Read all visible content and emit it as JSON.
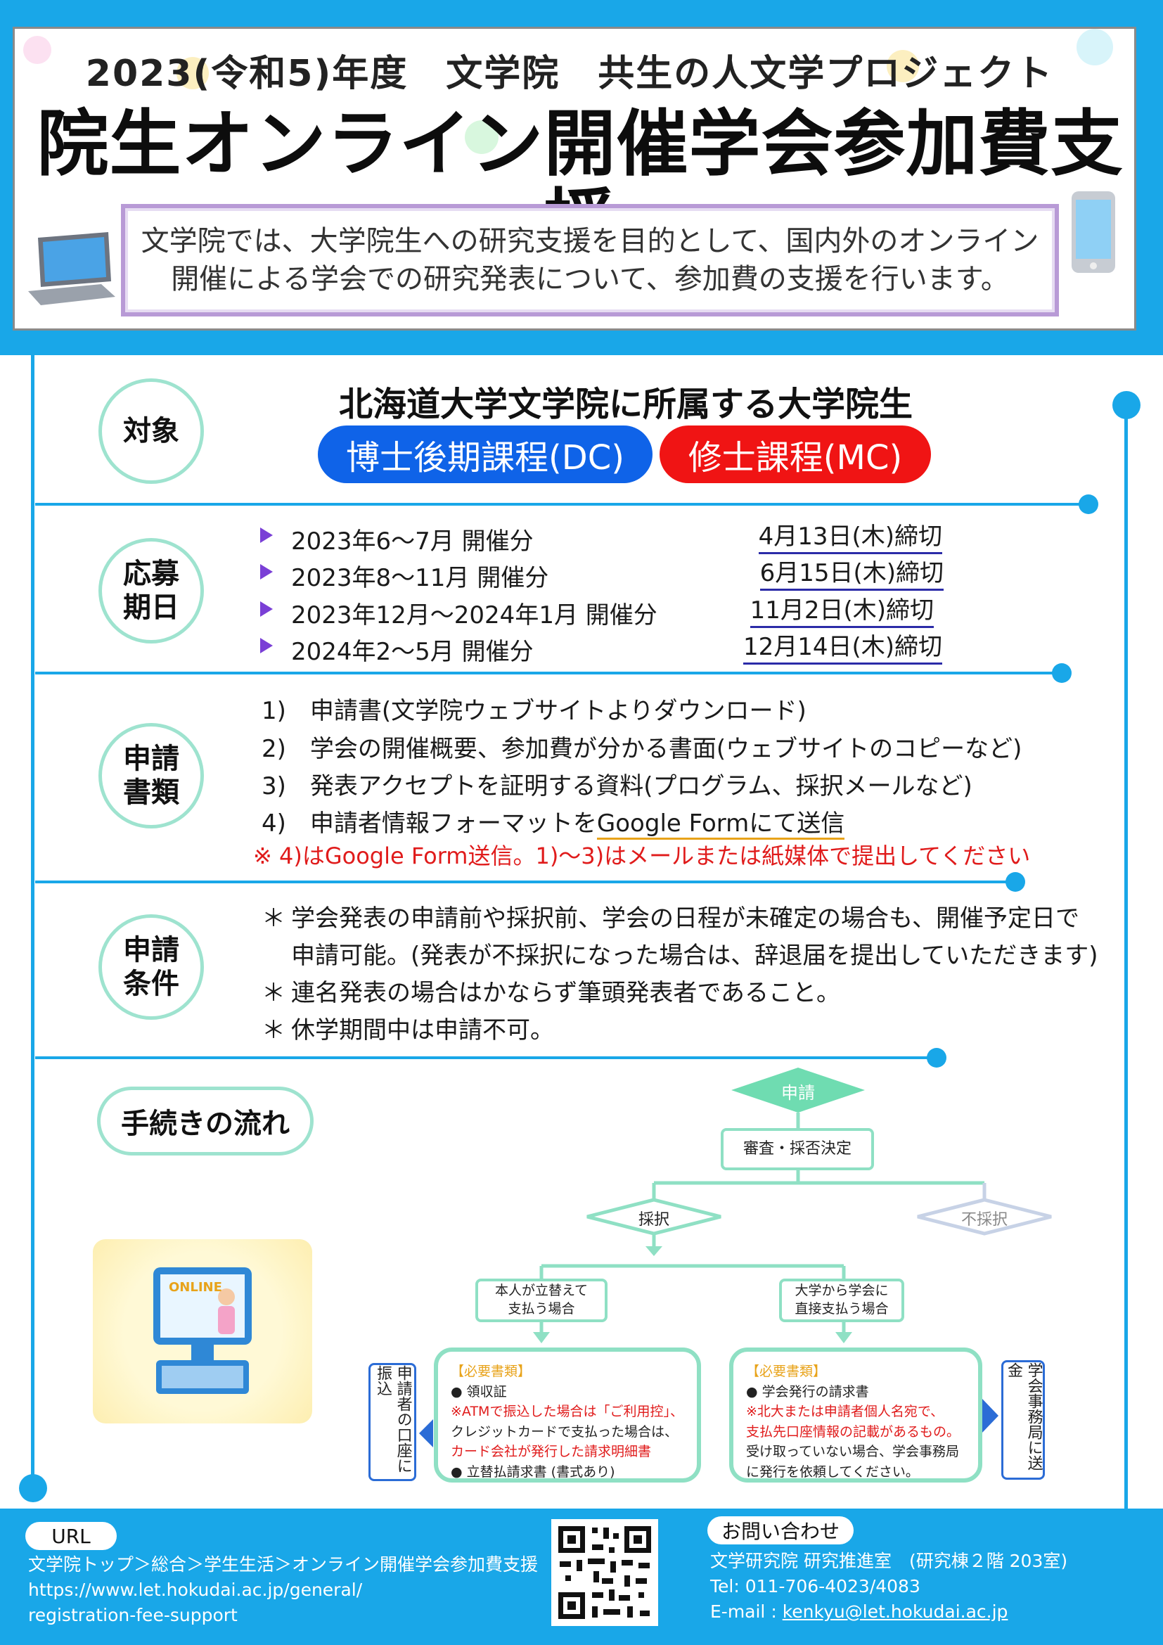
{
  "header": {
    "subtitle": "2023(令和5)年度　文学院　共生の人文学プロジェクト",
    "title": "院生オンライン開催学会参加費支援",
    "intro_line1": "文学院では、大学院生への研究支援を目的として、国内外のオンライン",
    "intro_line2": "開催による学会での研究発表について、参加費の支援を行います。"
  },
  "sections": {
    "target": {
      "label": "対象",
      "heading": "北海道大学文学院に所属する大学院生",
      "dc": "博士後期課程(DC)",
      "mc": "修士課程(MC)"
    },
    "deadline": {
      "label_line1": "応募",
      "label_line2": "期日",
      "rows": [
        {
          "period": "2023年6～7月 開催分",
          "deadline": "4月13日(木)締切"
        },
        {
          "period": "2023年8～11月 開催分",
          "deadline": "6月15日(木)締切"
        },
        {
          "period": "2023年12月～2024年1月 開催分",
          "deadline": "11月2日(木)締切"
        },
        {
          "period": "2024年2～5月 開催分",
          "deadline": "12月14日(木)締切"
        }
      ]
    },
    "documents": {
      "label_line1": "申請",
      "label_line2": "書類",
      "item1": "1)　申請書(文学院ウェブサイトよりダウンロード)",
      "item2": "2)　学会の開催概要、参加費が分かる書面(ウェブサイトのコピーなど)",
      "item3": "3)　発表アクセプトを証明する資料(プログラム、採択メールなど)",
      "item4_pre": "4)　申請者情報フォーマットを",
      "item4_link": "Google Formにて送信",
      "note": "※ 4)はGoogle Form送信。1)～3)はメールまたは紙媒体で提出してください"
    },
    "conditions": {
      "label_line1": "申請",
      "label_line2": "条件",
      "ast": "＊",
      "line1": "学会発表の申請前や採択前、学会の日程が未確定の場合も、開催予定日で",
      "line1b": "申請可能。(発表が不採択になった場合は、辞退届を提出していただきます)",
      "line2": "連名発表の場合はかならず筆頭発表者であること。",
      "line3": "休学期間中は申請不可。"
    }
  },
  "flow": {
    "label": "手続きの流れ",
    "online_badge": "ONLINE",
    "apply": "申請",
    "review": "審査・採否決定",
    "accepted": "採択",
    "rejected": "不採択",
    "self_pay_line1": "本人が立替えて",
    "self_pay_line2": "支払う場合",
    "direct_pay_line1": "大学から学会に",
    "direct_pay_line2": "直接支払う場合",
    "left_box": {
      "title": "【必要書類】",
      "item1": "● 領収証",
      "note1": "※ATMで振込した場合は「ご利用控」、",
      "note2": "クレジットカードで支払った場合は、",
      "note3": "カード会社が発行した請求明細書",
      "item2": "● 立替払請求書 (書式あり)"
    },
    "right_box": {
      "title": "【必要書類】",
      "item1": "● 学会発行の請求書",
      "note1": "※北大または申請者個人名宛で、",
      "note2": "支払先口座情報の記載があるもの。",
      "note3": "受け取っていない場合、学会事務局",
      "note4": "に発行を依頼してください。"
    },
    "left_side": "申請者の口座に振込",
    "right_side": "学会事務局に送金"
  },
  "footer": {
    "url_tag": "URL",
    "url_path": "文学院トップ＞総合＞学生生活＞オンライン開催学会参加費支援",
    "url_line1": "https://www.let.hokudai.ac.jp/general/",
    "url_line2": "registration-fee-support",
    "contact_tag": "お問い合わせ",
    "office": "文学研究院 研究推進室　(研究棟２階 203室)",
    "tel": "Tel: 011-706-4023/4083",
    "email_label": "E-mail : ",
    "email": "kenkyu@let.hokudai.ac.jp"
  },
  "colors": {
    "brand_blue": "#19a7e8",
    "dc_blue": "#0f63e8",
    "mc_red": "#f01414",
    "mint": "#9ee3cf",
    "note_red": "#e01b1b"
  }
}
